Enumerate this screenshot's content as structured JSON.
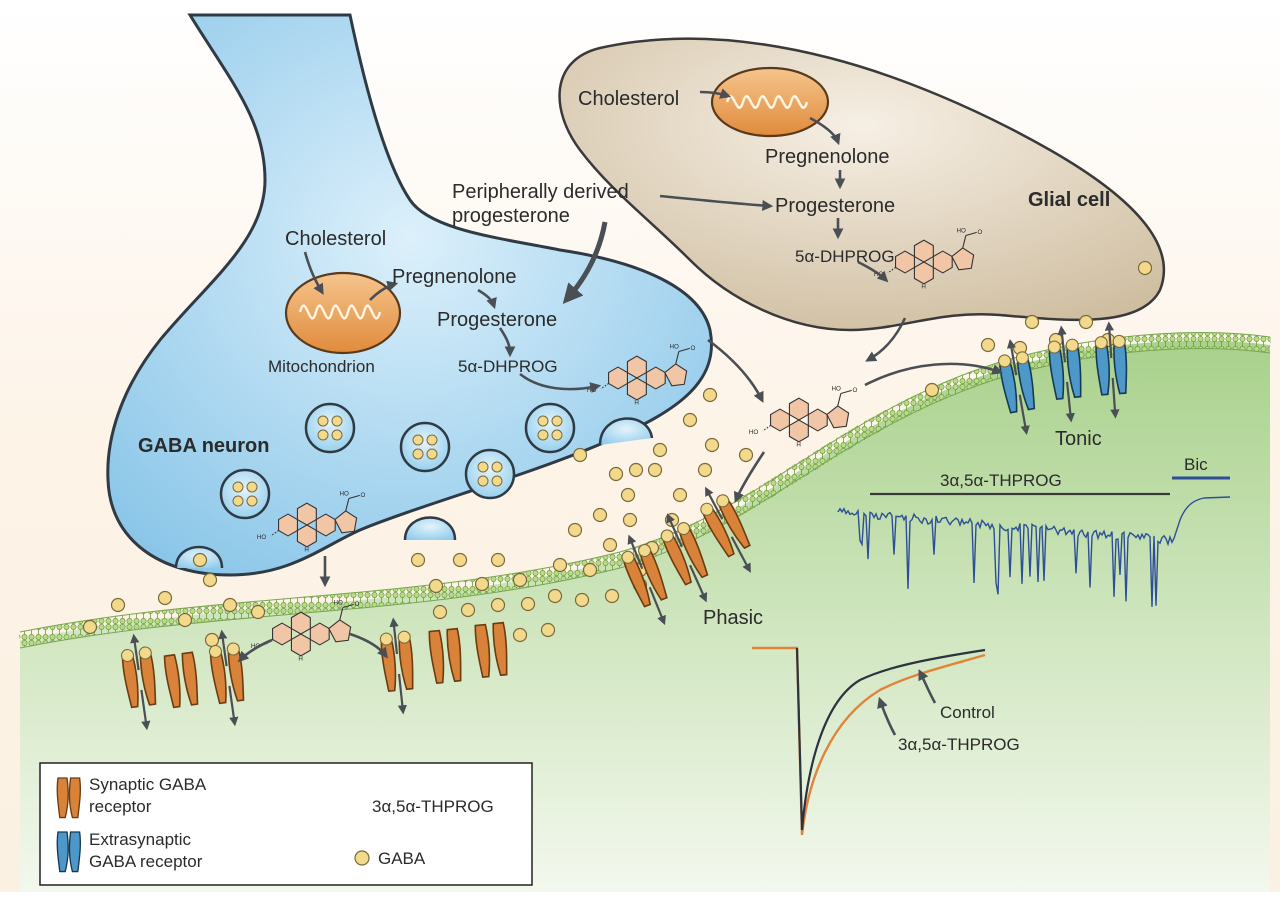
{
  "neuron": {
    "title": "GABA neuron",
    "cholesterol": "Cholesterol",
    "pregnenolone": "Pregnenolone",
    "progesterone": "Progesterone",
    "dhprog": "5α-DHPROG",
    "mitochondrion": "Mitochondrion"
  },
  "peripheral": {
    "line1": "Peripherally derived",
    "line2": "progesterone"
  },
  "glia": {
    "title": "Glial cell",
    "cholesterol": "Cholesterol",
    "pregnenolone": "Pregnenolone",
    "progesterone": "Progesterone",
    "dhprog": "5α-DHPROG"
  },
  "currents": {
    "tonic": "Tonic",
    "phasic": "Phasic",
    "tonic_drug_label": "3α,5α-THPROG",
    "tonic_bic_label": "Bic",
    "phasic_control_label": "Control",
    "phasic_drug_label": "3α,5α-THPROG"
  },
  "legend": {
    "synaptic_line1": "Synaptic GABA",
    "synaptic_line2": "receptor",
    "extrasynaptic_line1": "Extrasynaptic",
    "extrasynaptic_line2": "GABA receptor",
    "steroid": "3α,5α-THPROG",
    "gaba": "GABA"
  },
  "molecule": {
    "oh": "HO",
    "ho": "HO",
    "h": "H",
    "o": "O"
  },
  "colors": {
    "neuron_fill": "#a9d5ee",
    "neuron_stroke": "#2f3a44",
    "glia_fill": "#e3d6c1",
    "synaptic_receptor": "#d9823a",
    "extrasynaptic_receptor": "#4d97c9",
    "gaba_fill": "#f2d98c",
    "membrane_green": "#8cc36a",
    "steroid_fill": "#f1c6a6",
    "trace_blue": "#2d4f98",
    "trace_orange": "#e0843a",
    "trace_dark": "#2b3340"
  }
}
